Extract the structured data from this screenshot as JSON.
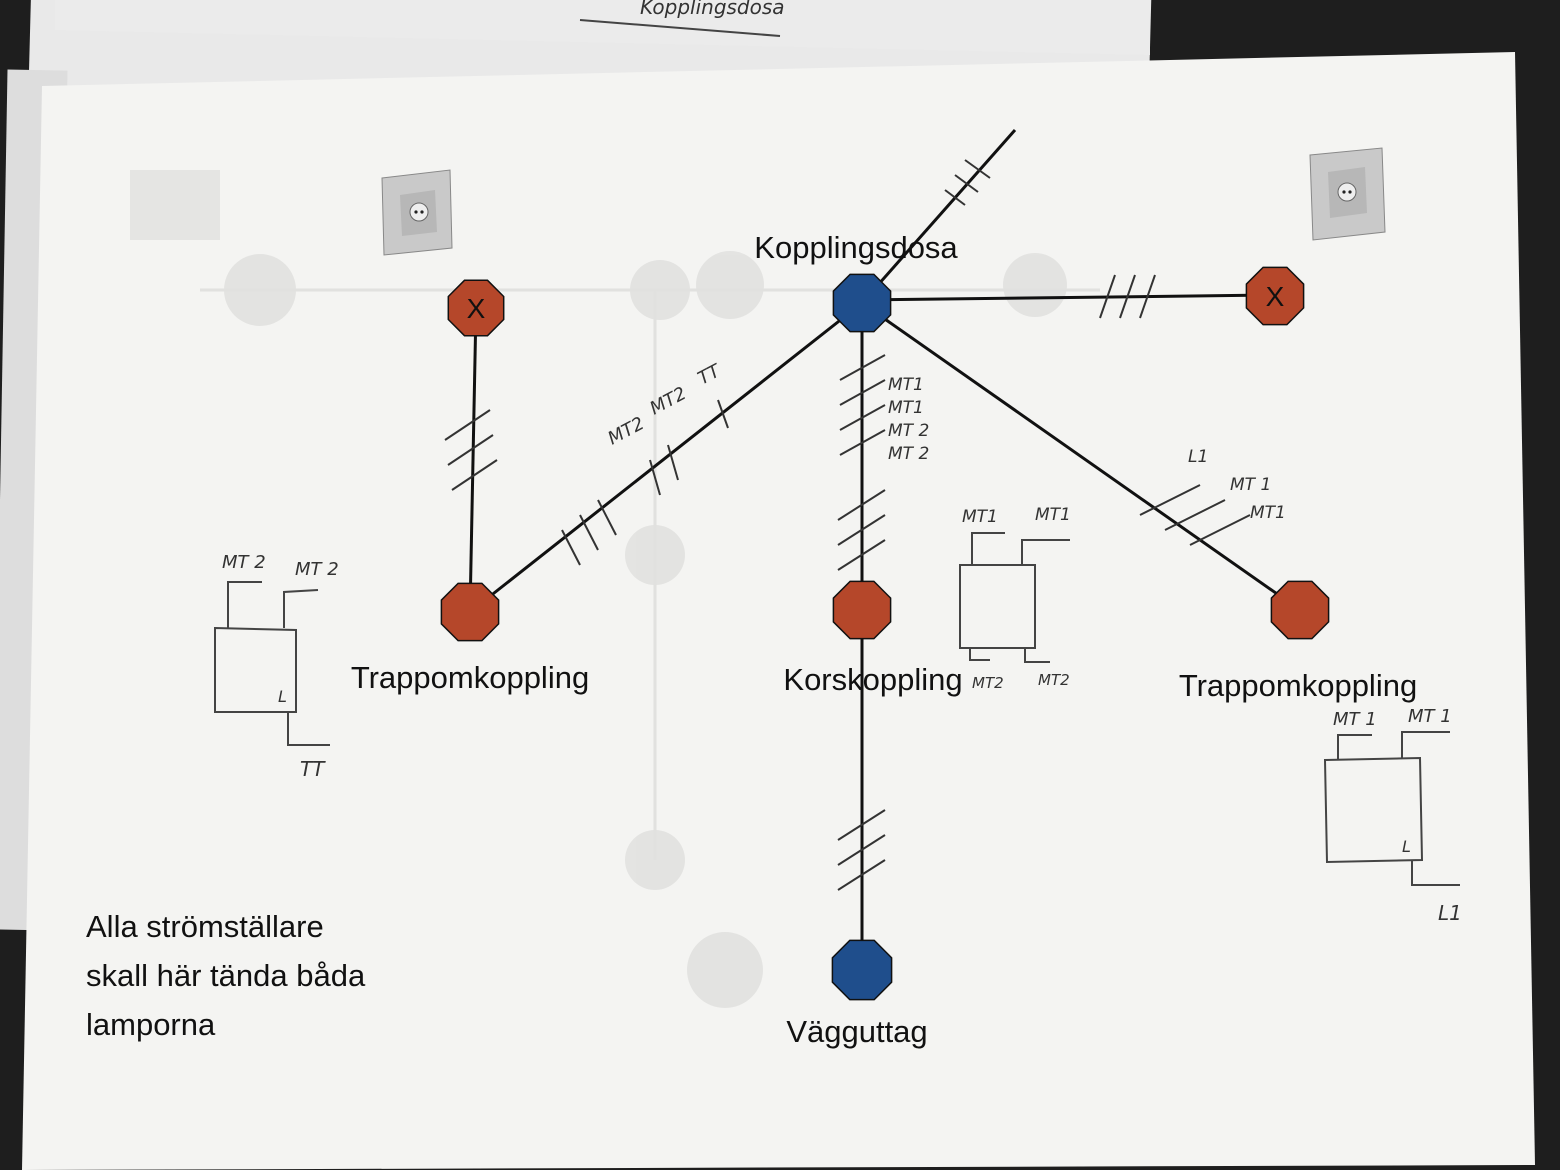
{
  "diagram": {
    "nodes": {
      "junction_box": {
        "label": "Kopplingsdosa",
        "color": "#1f4e8c"
      },
      "socket": {
        "label": "Vägguttag",
        "color": "#1f4e8c"
      },
      "stair_left": {
        "label": "Trappomkoppling",
        "color": "#b5472a"
      },
      "cross": {
        "label": "Korskoppling",
        "color": "#b5472a"
      },
      "stair_right": {
        "label": "Trappomkoppling",
        "color": "#b5472a"
      },
      "lamp_left": {
        "symbol": "X",
        "color": "#b5472a"
      },
      "lamp_right": {
        "symbol": "X",
        "color": "#b5472a"
      }
    },
    "wire_marks": {
      "left_branch": [
        "MT2",
        "MT2",
        "TT"
      ],
      "center_branch": [
        "MT1",
        "MT1",
        "MT 2",
        "MT 2"
      ],
      "right_branch": [
        "L1",
        "MT 1",
        "MT1"
      ]
    },
    "switch_sketches": {
      "left": {
        "top_left": "MT 2",
        "top_right": "MT 2",
        "inner": "L",
        "bottom": "TT"
      },
      "center": {
        "top_left": "MT1",
        "top_right": "MT1",
        "bottom_left": "MT2",
        "bottom_right": "MT2"
      },
      "right": {
        "top_left": "MT 1",
        "top_right": "MT 1",
        "inner": "L",
        "bottom": "L1"
      }
    },
    "top_scrap_text": "Kopplingsdosa",
    "note_lines": [
      "Alla strömställare",
      "skall här tända båda",
      "lamporna"
    ],
    "icons": {
      "left_outlet": "wall-outlet-icon",
      "right_outlet": "wall-outlet-icon"
    }
  }
}
